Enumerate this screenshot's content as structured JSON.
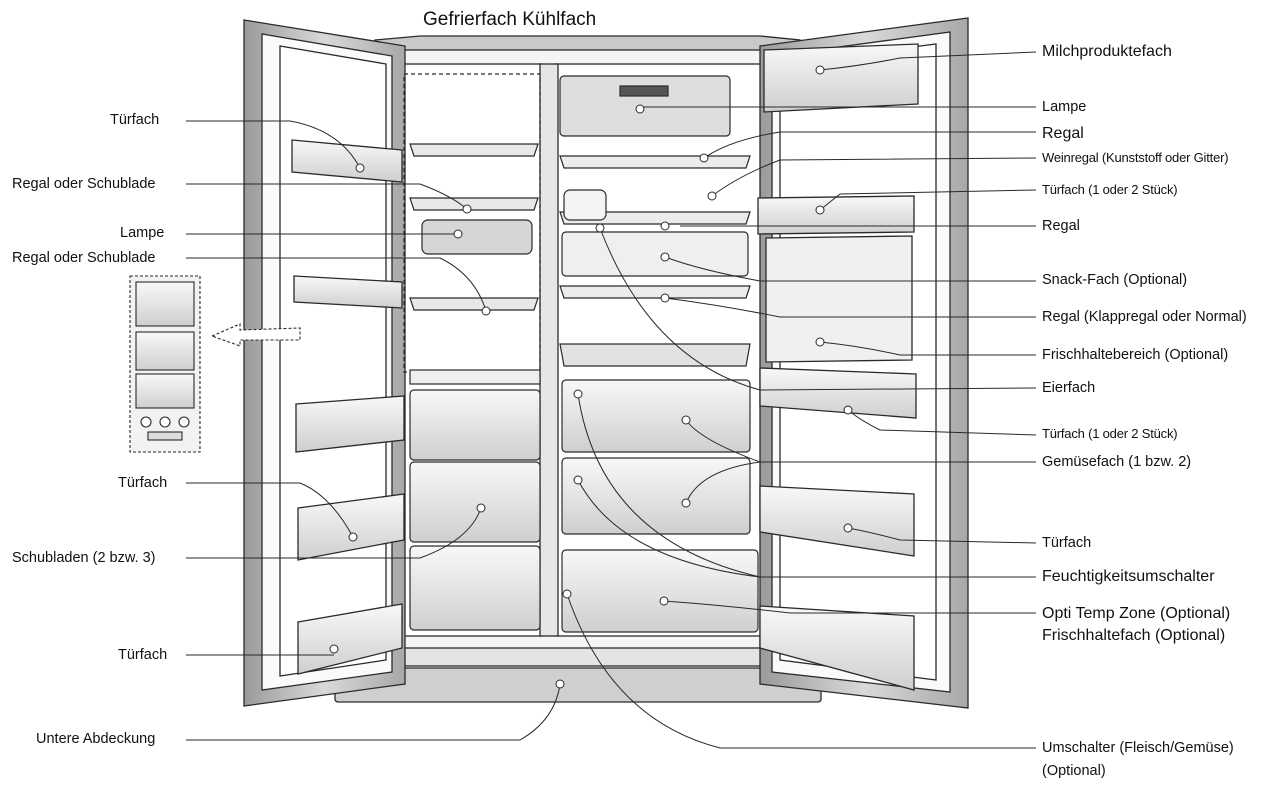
{
  "header": {
    "compartments": "Gefrierfach Kühlfach"
  },
  "left_labels": [
    {
      "key": "tuerfach_top",
      "text": "Türfach"
    },
    {
      "key": "regal_schublade_1",
      "text": "Regal oder Schublade"
    },
    {
      "key": "lampe_left",
      "text": "Lampe"
    },
    {
      "key": "regal_schublade_2",
      "text": "Regal oder Schublade"
    },
    {
      "key": "tuerfach_mid",
      "text": "Türfach"
    },
    {
      "key": "schubladen",
      "text": "Schubladen (2 bzw. 3)"
    },
    {
      "key": "tuerfach_bottom",
      "text": "Türfach"
    },
    {
      "key": "untere_abdeckung",
      "text": "Untere Abdeckung"
    }
  ],
  "right_labels": [
    {
      "key": "milchprodukt",
      "text": "Milchproduktefach"
    },
    {
      "key": "lampe_right",
      "text": "Lampe"
    },
    {
      "key": "regal_1",
      "text": "Regal"
    },
    {
      "key": "weinregal",
      "text": "Weinregal (Kunststoff oder Gitter)"
    },
    {
      "key": "tuerfach_1_2_top",
      "text": "Türfach (1 oder 2 Stück)"
    },
    {
      "key": "regal_2",
      "text": "Regal"
    },
    {
      "key": "snack",
      "text": "Snack-Fach (Optional)"
    },
    {
      "key": "regal_klapp",
      "text": "Regal (Klappregal oder Normal)"
    },
    {
      "key": "frischhaltebereich",
      "text": "Frischhaltebereich (Optional)"
    },
    {
      "key": "eierfach",
      "text": "Eierfach"
    },
    {
      "key": "tuerfach_1_2_mid",
      "text": "Türfach (1 oder 2 Stück)"
    },
    {
      "key": "gemuesefach",
      "text": "Gemüsefach (1 bzw. 2)"
    },
    {
      "key": "tuerfach_right",
      "text": "Türfach"
    },
    {
      "key": "feuchtigkeit",
      "text": "Feuchtigkeitsumschalter"
    },
    {
      "key": "opti_temp",
      "text": "Opti Temp Zone (Optional)"
    },
    {
      "key": "frischhaltefach",
      "text": "Frischhaltefach (Optional)"
    },
    {
      "key": "umschalter",
      "text": "Umschalter (Fleisch/Gemüse)"
    },
    {
      "key": "umschalter_opt",
      "text": "(Optional)"
    }
  ],
  "colors": {
    "line": "#2a2a2a",
    "fill_light": "#f3f3f3",
    "fill_mid": "#dcdcdc",
    "fill_dark": "#b9b9b9"
  }
}
